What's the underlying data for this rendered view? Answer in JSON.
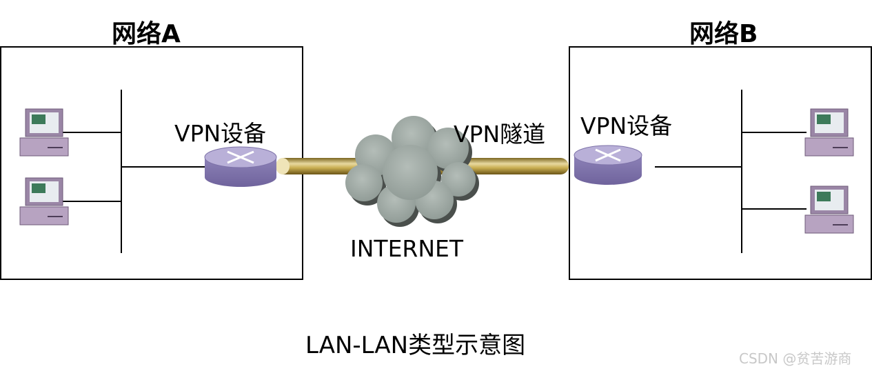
{
  "network_a": {
    "title": "网络A",
    "device_label": "VPN设备"
  },
  "network_b": {
    "title": "网络B",
    "device_label": "VPN设备"
  },
  "tunnel_label": "VPN隧道",
  "internet_label": "INTERNET",
  "caption": "LAN-LAN类型示意图",
  "watermark": "CSDN @贫苦游商",
  "colors": {
    "router": "#8b7fb4",
    "router_top": "#b9b0d8",
    "tunnel": "#b59a3a",
    "cloud": "#9fa9a4",
    "pc_body": "#9a86a6"
  }
}
